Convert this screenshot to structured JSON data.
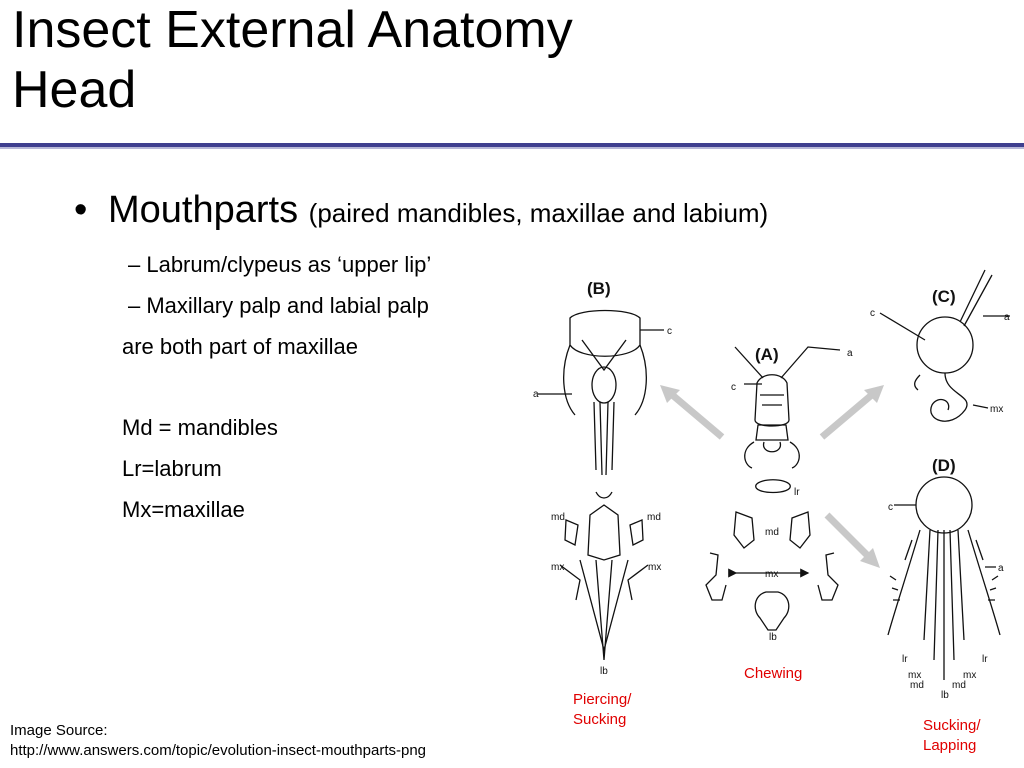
{
  "title": {
    "line1": "Insect External Anatomy",
    "line2": "Head"
  },
  "bullet": {
    "marker": "•",
    "main": "Mouthparts",
    "paren": "(paired mandibles, maxillae and labium)"
  },
  "sub_items": [
    "–  Labrum/clypeus as ‘upper lip’",
    "–  Maxillary palp and labial palp",
    "are both part of maxillae"
  ],
  "abbreviations": [
    "Md = mandibles",
    "Lr=labrum",
    "Mx=maxillae"
  ],
  "figure": {
    "panel_labels": [
      "(A)",
      "(B)",
      "(C)",
      "(D)"
    ],
    "part_labels": {
      "a": "a",
      "c": "c",
      "md": "md",
      "mx": "mx",
      "lr": "lr",
      "lb": "lb"
    },
    "captions": {
      "chewing": "Chewing",
      "piercing": "Piercing/\nSucking",
      "sucking": "Sucking/\nLapping"
    }
  },
  "source": {
    "label": "Image Source:",
    "url": "http://www.answers.com/topic/evolution-insect-mouthparts-png"
  }
}
